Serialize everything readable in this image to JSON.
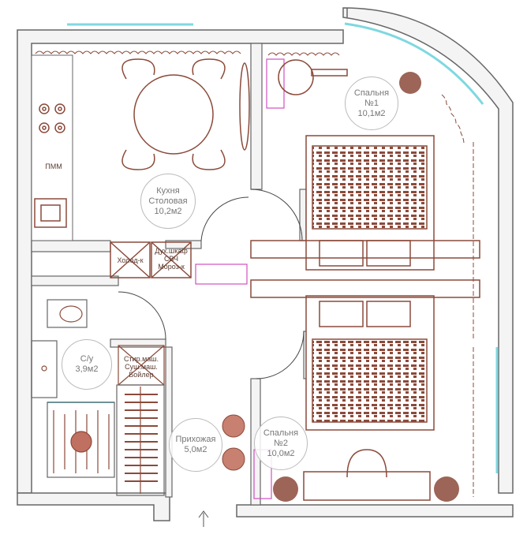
{
  "rooms": {
    "kitchen": {
      "name1": "Кухня",
      "name2": "Столовая",
      "area": "10,2м2"
    },
    "bedroom1": {
      "name1": "Спальня",
      "name2": "№1",
      "area": "10,1м2"
    },
    "bathroom": {
      "name1": "С/у",
      "area": "3,9м2"
    },
    "hall": {
      "name1": "Прихожая",
      "area": "5,0м2"
    },
    "bedroom2": {
      "name1": "Спальня",
      "name2": "№2",
      "area": "10,0м2"
    }
  },
  "appliances": {
    "dishwasher": "ПММ",
    "fridge": "Холод-к",
    "oven1": "Дух.шкаф",
    "oven2": "СВЧ",
    "oven3": "Мороз-к",
    "laundry1": "Стир.маш.",
    "laundry2": "Суш.маш.",
    "laundry3": "Бойлер"
  },
  "colors": {
    "wall": "#999999",
    "furniture": "#8b4a3a",
    "window": "#7fd8e0",
    "accent": "#d050c0"
  }
}
